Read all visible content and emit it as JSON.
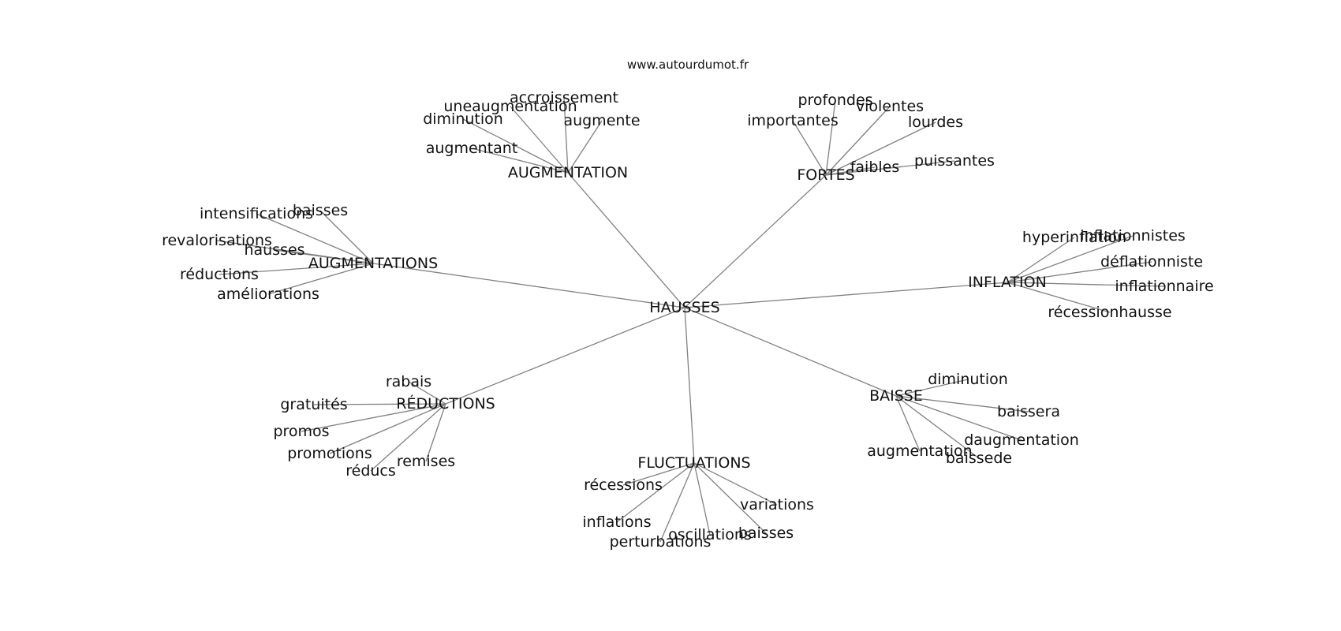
{
  "credit": "www.autourdumot.fr",
  "colors": {
    "edge": "#808080",
    "text": "#111111",
    "background": "#ffffff"
  },
  "graph": {
    "center": "HAUSSES",
    "clusters": [
      {
        "hub": "AUGMENTATION",
        "leaves": [
          "accroissement",
          "uneaugmentation",
          "diminution",
          "augmente",
          "augmentant"
        ]
      },
      {
        "hub": "FORTES",
        "leaves": [
          "profondes",
          "violentes",
          "importantes",
          "lourdes",
          "puissantes",
          "faibles"
        ]
      },
      {
        "hub": "AUGMENTATIONS",
        "leaves": [
          "intensifications",
          "baisses",
          "revalorisations",
          "hausses",
          "réductions",
          "améliorations"
        ]
      },
      {
        "hub": "INFLATION",
        "leaves": [
          "hyperinflation",
          "inflationnistes",
          "déflationniste",
          "inflationnaire",
          "récessionhausse"
        ]
      },
      {
        "hub": "RÉDUCTIONS",
        "leaves": [
          "rabais",
          "gratuités",
          "promos",
          "promotions",
          "réducs",
          "remises"
        ]
      },
      {
        "hub": "BAISSE",
        "leaves": [
          "diminution",
          "baissera",
          "daugmentation",
          "augmentation",
          "baissede"
        ]
      },
      {
        "hub": "FLUCTUATIONS",
        "leaves": [
          "récessions",
          "variations",
          "inflations",
          "oscillations",
          "baisses",
          "perturbations"
        ]
      }
    ]
  }
}
